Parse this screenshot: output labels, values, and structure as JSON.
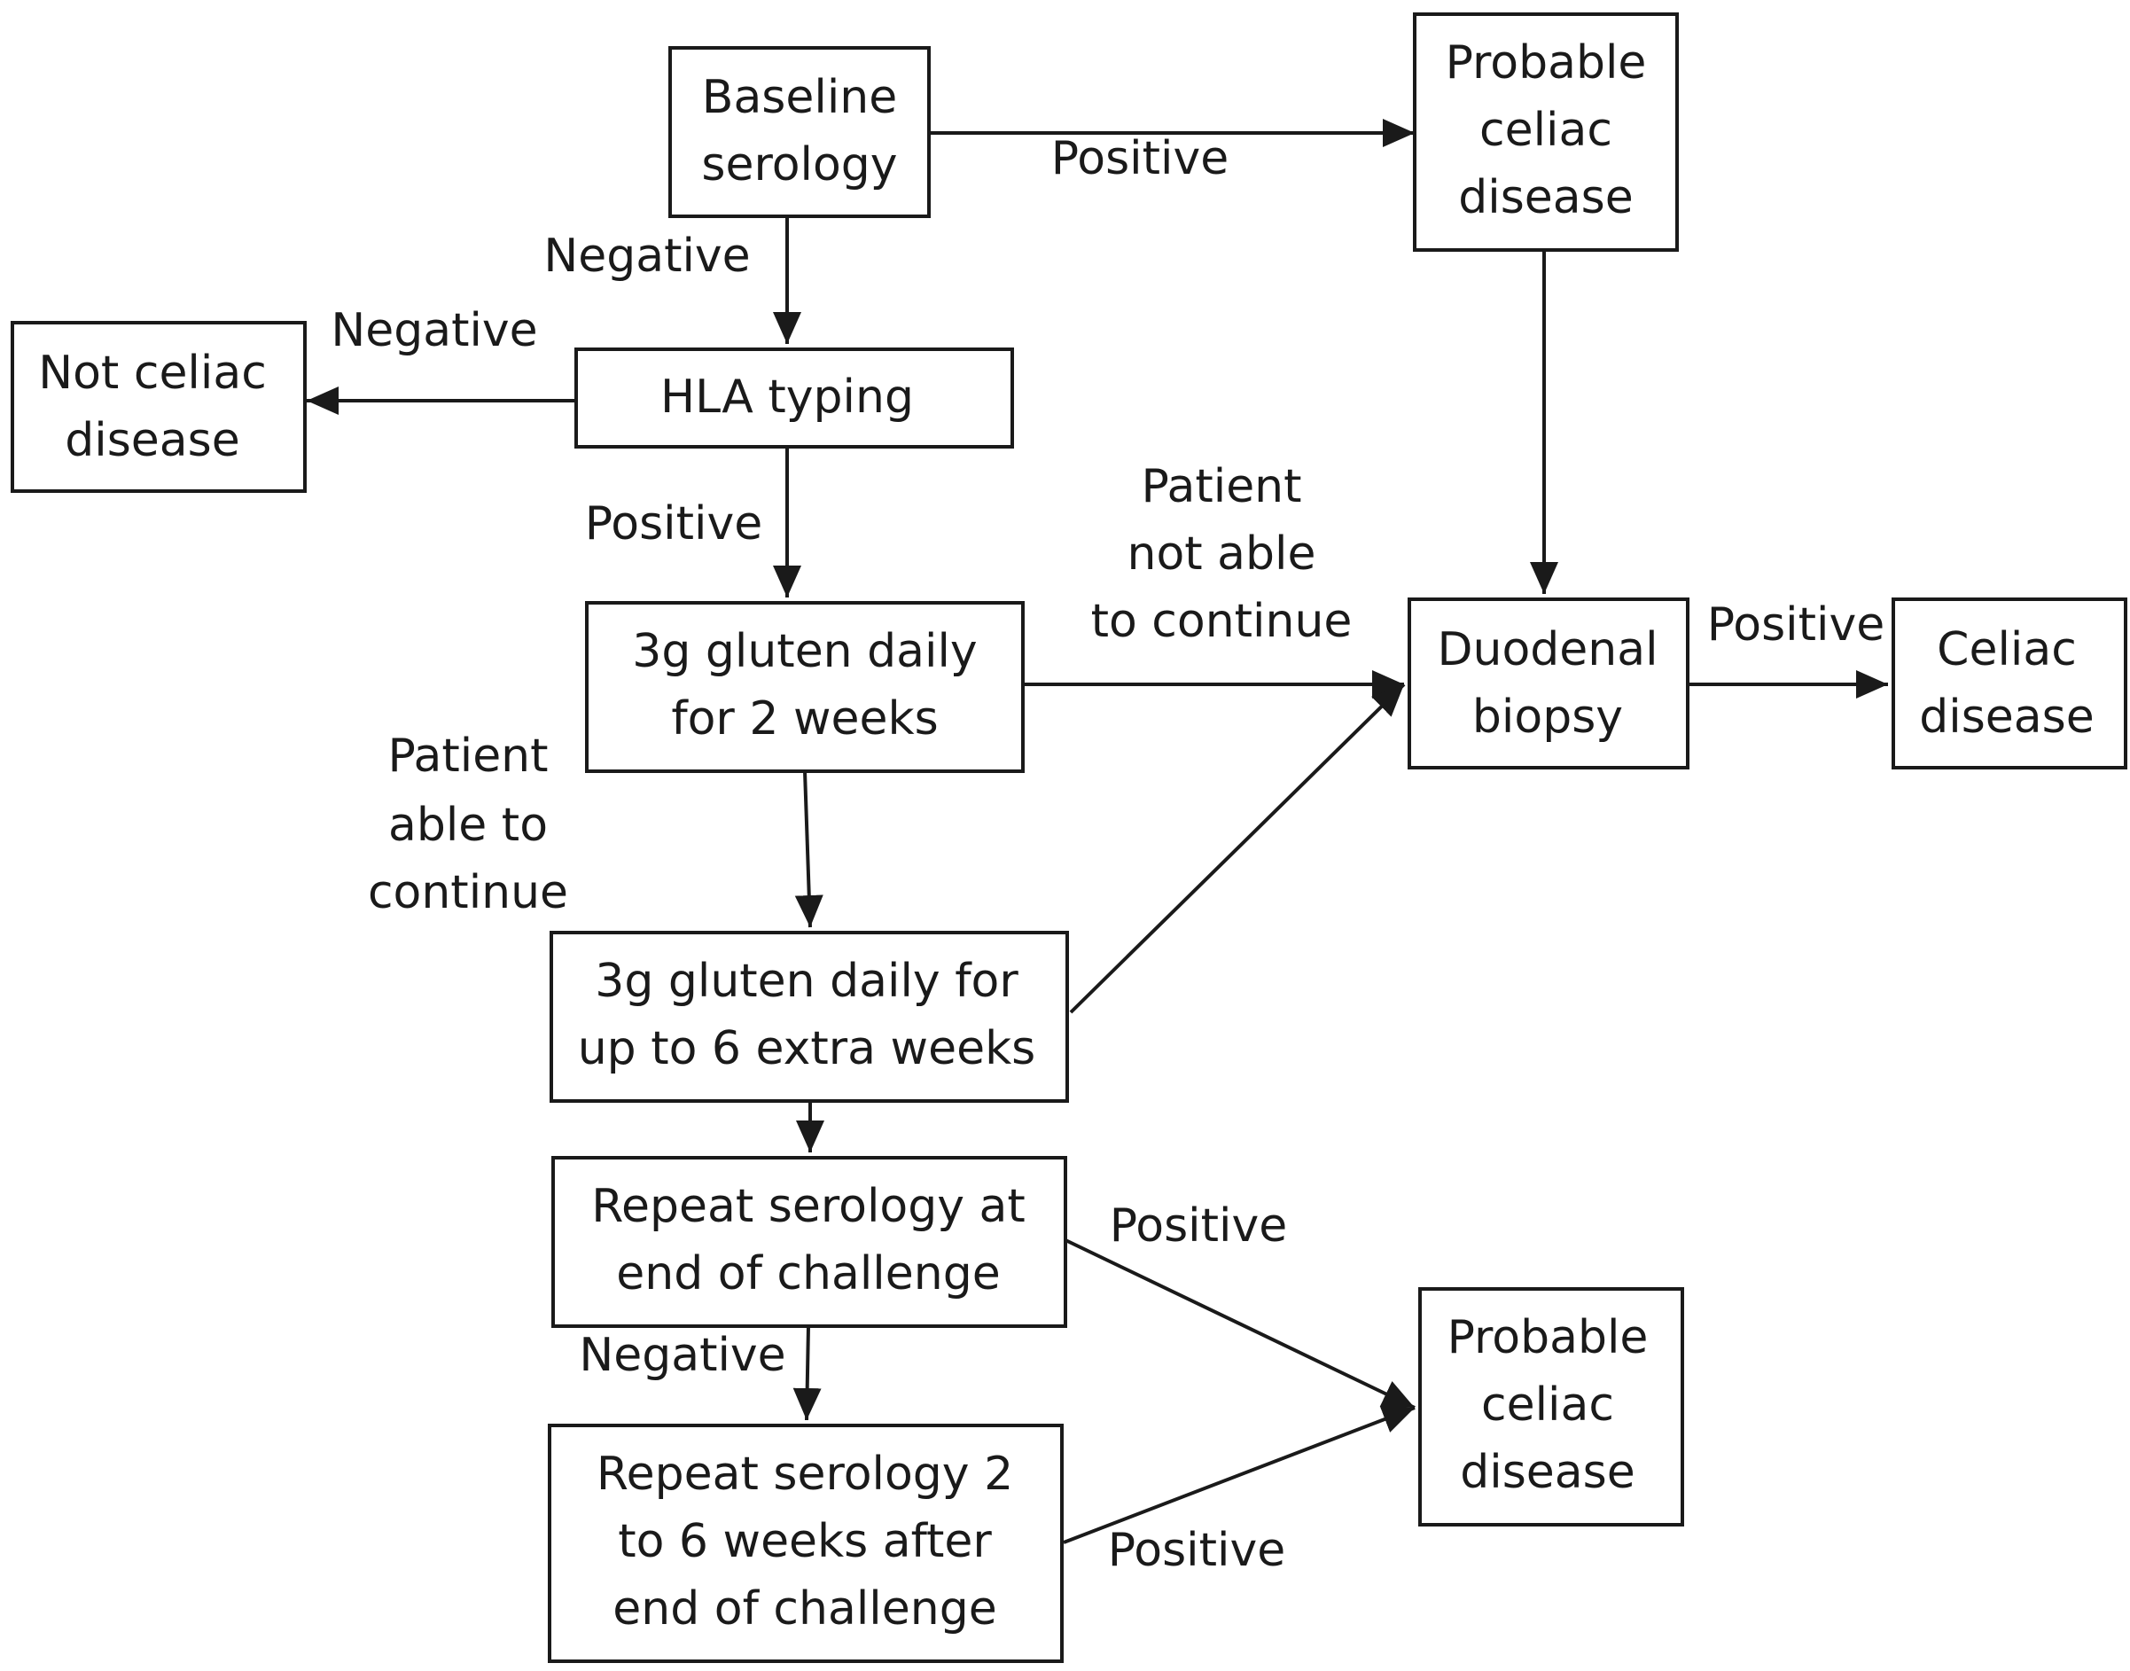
{
  "nodes": {
    "baseline_serology": [
      "Baseline",
      "serology"
    ],
    "probable_celiac_top": [
      "Probable",
      "celiac",
      "disease"
    ],
    "hla_typing": [
      "HLA typing"
    ],
    "not_celiac": [
      "Not celiac",
      "disease"
    ],
    "gluten_2_weeks": [
      "3g gluten daily",
      "for 2 weeks"
    ],
    "duodenal_biopsy": [
      "Duodenal",
      "biopsy"
    ],
    "celiac_disease": [
      "Celiac",
      "disease"
    ],
    "gluten_6_weeks": [
      "3g gluten daily for",
      "up to 6 extra weeks"
    ],
    "repeat_serology_end": [
      "Repeat serology at",
      "end of challenge"
    ],
    "probable_celiac_bottom": [
      "Probable",
      "celiac",
      "disease"
    ],
    "repeat_serology_after": [
      "Repeat serology 2",
      "to 6 weeks after",
      "end of challenge"
    ]
  },
  "edges": {
    "baseline_to_probable": [
      "Positive"
    ],
    "baseline_to_hla": [
      "Negative"
    ],
    "hla_to_not_celiac": [
      "Negative"
    ],
    "hla_to_gluten": [
      "Positive"
    ],
    "gluten2_to_biopsy": [
      "Patient",
      "not able",
      "to continue"
    ],
    "gluten2_to_gluten6": [
      "Patient",
      "able to",
      "continue"
    ],
    "biopsy_to_celiac": [
      "Positive"
    ],
    "serology_end_to_probable": [
      "Positive"
    ],
    "serology_end_to_after": [
      "Negative"
    ],
    "serology_after_to_probable": [
      "Positive"
    ]
  },
  "colors": {
    "stroke": "#1a1a1a",
    "text": "#1a1a1a",
    "background": "#ffffff"
  }
}
